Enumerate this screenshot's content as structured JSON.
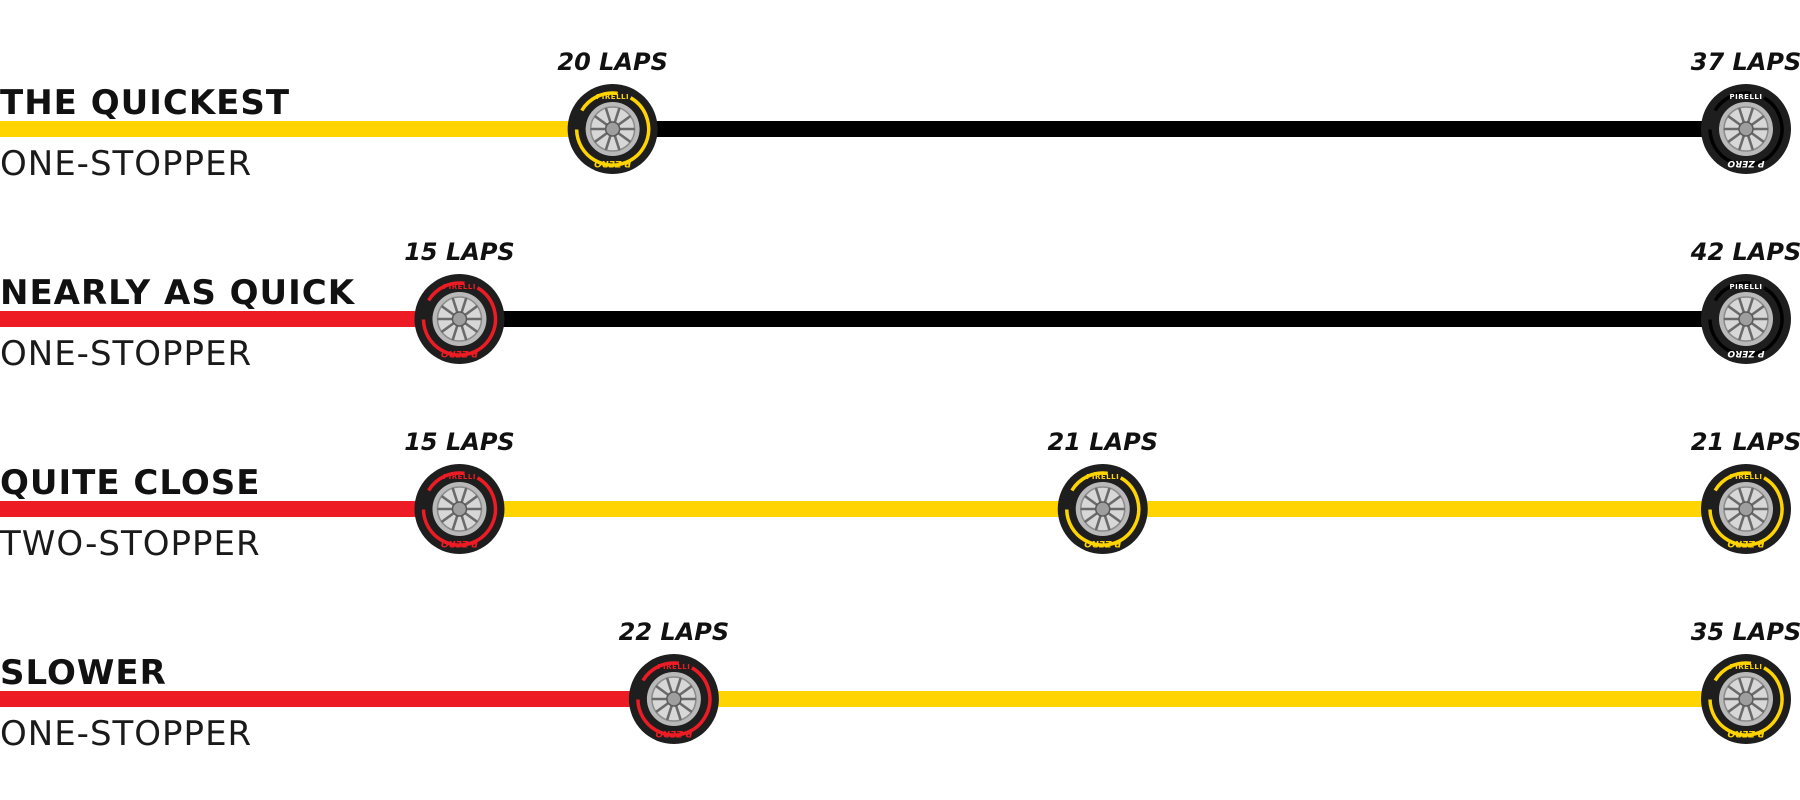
{
  "colors": {
    "soft": "#ED1C24",
    "medium": "#FFD400",
    "hard": "#000000",
    "tyre_body": "#1E1E1E",
    "rim": "#B9B9B9"
  },
  "tyre_branding": {
    "brand": "PIRELLI",
    "model": "P ZERO"
  },
  "strategies": [
    {
      "title": "THE QUICKEST",
      "subtitle": "ONE-STOPPER",
      "stints": [
        {
          "compound": "medium",
          "laps": 20,
          "label": "20 LAPS"
        },
        {
          "compound": "hard",
          "laps": 37,
          "label": "37 LAPS"
        }
      ]
    },
    {
      "title": "NEARLY AS QUICK",
      "subtitle": "ONE-STOPPER",
      "stints": [
        {
          "compound": "soft",
          "laps": 15,
          "label": "15 LAPS"
        },
        {
          "compound": "hard",
          "laps": 42,
          "label": "42 LAPS"
        }
      ]
    },
    {
      "title": "QUITE CLOSE",
      "subtitle": "TWO-STOPPER",
      "stints": [
        {
          "compound": "soft",
          "laps": 15,
          "label": "15 LAPS"
        },
        {
          "compound": "medium",
          "laps": 21,
          "label": "21 LAPS"
        },
        {
          "compound": "medium",
          "laps": 21,
          "label": "21 LAPS"
        }
      ]
    },
    {
      "title": "SLOWER",
      "subtitle": "ONE-STOPPER",
      "stints": [
        {
          "compound": "soft",
          "laps": 22,
          "label": "22 LAPS"
        },
        {
          "compound": "medium",
          "laps": 35,
          "label": "35 LAPS"
        }
      ]
    }
  ]
}
